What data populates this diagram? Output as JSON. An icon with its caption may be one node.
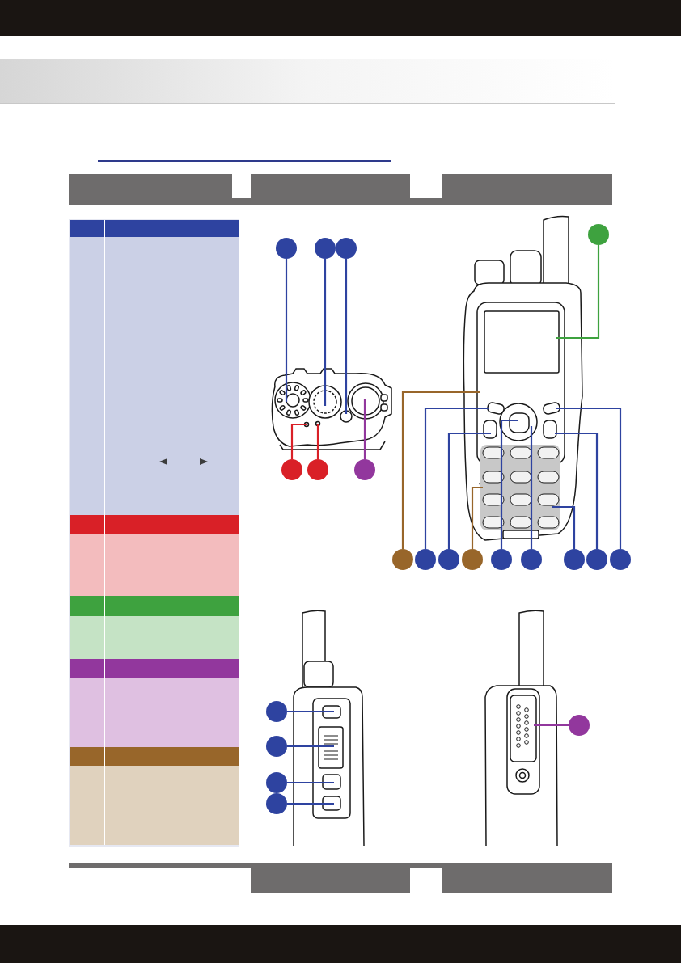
{
  "diagram": {
    "nodes": [
      {
        "text": [],
        "shape": "circle"
      },
      {
        "text": [],
        "shape": "circle"
      },
      {
        "text": [],
        "shape": "circle"
      },
      {
        "text": [],
        "shape": "circle"
      },
      {
        "text": [],
        "shape": "circle"
      },
      {
        "text": [],
        "shape": "circle"
      },
      {
        "text": [],
        "shape": "circle"
      },
      {
        "text": [],
        "shape": "circle"
      },
      {
        "text": [],
        "shape": "circle"
      },
      {
        "text": [],
        "shape": "circle"
      },
      {
        "text": [],
        "shape": "circle"
      },
      {
        "text": [],
        "shape": "circle"
      },
      {
        "text": [],
        "shape": "circle"
      },
      {
        "text": [],
        "shape": "circle"
      },
      {
        "text": [],
        "shape": "circle"
      },
      {
        "text": [],
        "shape": "circle"
      },
      {
        "text": [],
        "shape": "circle"
      },
      {
        "text": [],
        "shape": "circle"
      },
      {
        "text": [],
        "shape": "circle"
      },
      {
        "text": [],
        "shape": "circle"
      },
      {
        "text": [],
        "shape": "circle"
      }
    ],
    "edges": [
      {
        "from": 0,
        "to": null,
        "arrow": "none",
        "color": "#3ea23f"
      },
      {
        "from": 1,
        "to": null,
        "arrow": "none"
      },
      {
        "from": 2,
        "to": null,
        "arrow": "none"
      },
      {
        "from": 3,
        "to": null,
        "arrow": "none"
      },
      {
        "from": 4,
        "to": null,
        "arrow": "none",
        "color": "#d92027"
      },
      {
        "from": 5,
        "to": null,
        "arrow": "none",
        "color": "#d92027"
      },
      {
        "from": 6,
        "to": null,
        "arrow": "none",
        "color": "#92379d"
      },
      {
        "from": 7,
        "to": null,
        "arrow": "none",
        "color": "#98662a"
      },
      {
        "from": 8,
        "to": null,
        "arrow": "none"
      },
      {
        "from": 9,
        "to": null,
        "arrow": "none"
      },
      {
        "from": 10,
        "to": null,
        "arrow": "none",
        "color": "#98662a"
      },
      {
        "from": 11,
        "to": null,
        "arrow": "none"
      },
      {
        "from": 12,
        "to": null,
        "arrow": "none"
      },
      {
        "from": 13,
        "to": null,
        "arrow": "none"
      },
      {
        "from": 14,
        "to": null,
        "arrow": "none"
      },
      {
        "from": 15,
        "to": null,
        "arrow": "none"
      },
      {
        "from": 16,
        "to": null,
        "arrow": "none"
      },
      {
        "from": 17,
        "to": null,
        "arrow": "none"
      },
      {
        "from": 18,
        "to": null,
        "arrow": "none"
      },
      {
        "from": 19,
        "to": null,
        "arrow": "none"
      },
      {
        "from": 20,
        "to": null,
        "arrow": "none",
        "color": "#92379d"
      }
    ]
  }
}
